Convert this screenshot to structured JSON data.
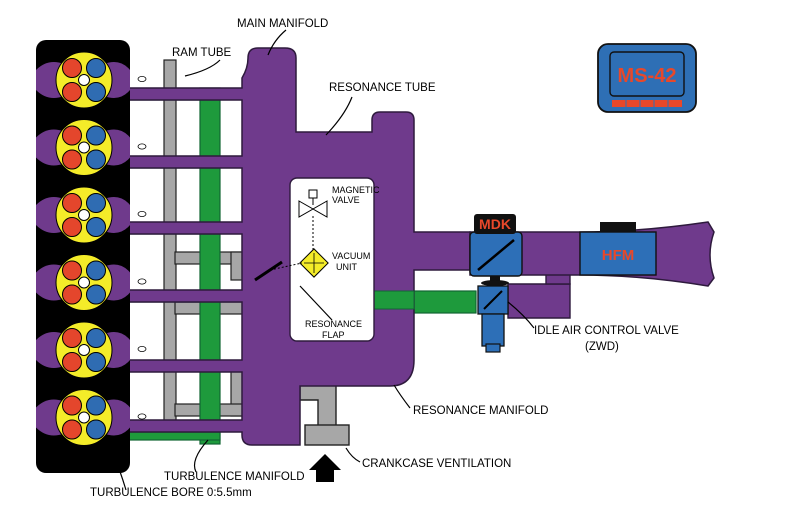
{
  "labels": {
    "main_manifold": "MAIN MANIFOLD",
    "ram_tube": "RAM TUBE",
    "resonance_tube": "RESONANCE TUBE",
    "magnetic_valve_1": "MAGNETIC",
    "magnetic_valve_2": "VALVE",
    "vacuum_unit_1": "VACUUM",
    "vacuum_unit_2": "UNIT",
    "resonance_flap_1": "RESONANCE",
    "resonance_flap_2": "FLAP",
    "idle_air_1": "IDLE AIR CONTROL VALVE",
    "idle_air_2": "(ZWD)",
    "resonance_manifold": "RESONANCE MANIFOLD",
    "crankcase_ventilation": "CRANKCASE VENTILATION",
    "turbulence_manifold": "TURBULENCE MANIFOLD",
    "turbulence_bore": "TURBULENCE BORE 0:5.5mm"
  },
  "badges": {
    "ecu": "MS-42",
    "throttle": "MDK",
    "airflow": "HFM"
  },
  "colors": {
    "manifold": "#6f3a8c",
    "turbulence": "#1e9a3c",
    "ecu_blue": "#2e6fb5",
    "component_blue": "#2d6fb7",
    "badge_red": "#e8482a",
    "cylinder_yellow": "#f4ec29",
    "valve_red": "#e4462c",
    "valve_blue": "#2f6cb2",
    "gray": "#a7a7a7"
  },
  "cylinder_count": 6
}
